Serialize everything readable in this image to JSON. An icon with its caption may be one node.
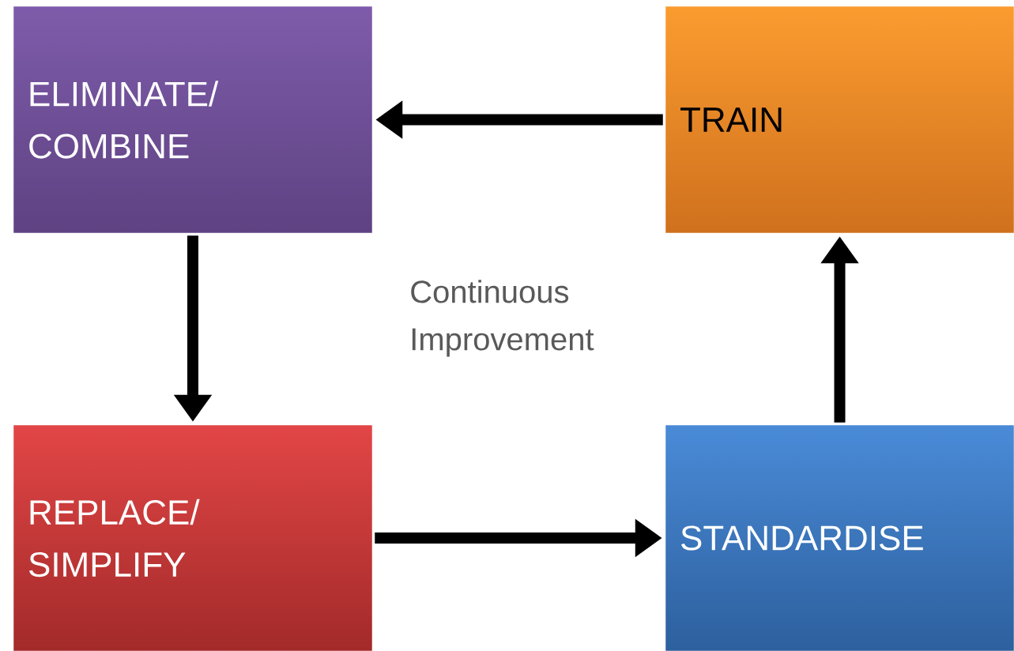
{
  "diagram": {
    "nodes": [
      {
        "text": [
          "ELIMINATE/ COMBINE"
        ]
      },
      {
        "text": [
          "TRAIN"
        ]
      },
      {
        "text": [
          "REPLACE/ SIMPLIFY"
        ]
      },
      {
        "text": [
          "STANDARDISE"
        ]
      }
    ],
    "edges": [
      {
        "from": 1,
        "to": 0,
        "arrow": "to"
      },
      {
        "from": 0,
        "to": 2,
        "arrow": "to"
      },
      {
        "from": 2,
        "to": 3,
        "arrow": "to"
      },
      {
        "from": 3,
        "to": 1,
        "arrow": "to"
      }
    ],
    "labels": [
      "Continuous Improvement"
    ]
  }
}
